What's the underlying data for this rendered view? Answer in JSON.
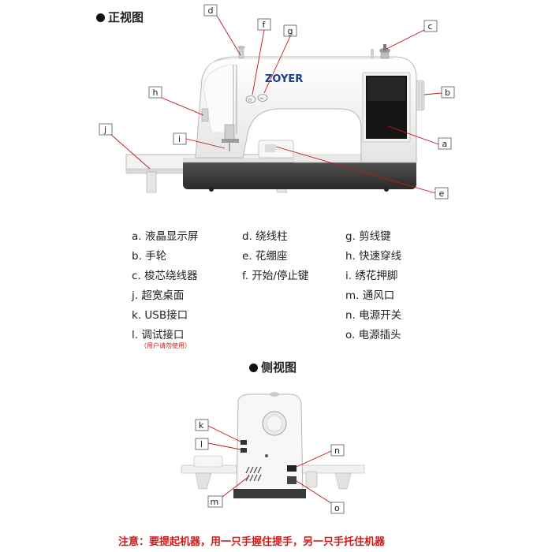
{
  "front_view": {
    "title": "正视图",
    "brand": "ZOYER",
    "button_f": "⏻",
    "button_g": "✂",
    "callouts": [
      "d",
      "f",
      "g",
      "c",
      "h",
      "b",
      "j",
      "i",
      "a",
      "e"
    ]
  },
  "legend": {
    "col1": [
      {
        "key": "a.",
        "text": "液晶显示屏"
      },
      {
        "key": "b.",
        "text": "手轮"
      },
      {
        "key": "c.",
        "text": "梭芯绕线器"
      },
      {
        "key": "j.",
        "text": "超宽桌面"
      },
      {
        "key": "k.",
        "text": "USB接口"
      },
      {
        "key": "l.",
        "text": "调试接口"
      }
    ],
    "col1_note": "（用户请勿使用）",
    "col2": [
      {
        "key": "d.",
        "text": "绕线柱"
      },
      {
        "key": "e.",
        "text": "花绷座"
      },
      {
        "key": "f.",
        "text": "开始/停止键"
      }
    ],
    "col3": [
      {
        "key": "g.",
        "text": "剪线键"
      },
      {
        "key": "h.",
        "text": "快速穿线"
      },
      {
        "key": "i.",
        "text": "绣花押脚"
      },
      {
        "key": "m.",
        "text": "通风口"
      },
      {
        "key": "n.",
        "text": "电源开关"
      },
      {
        "key": "o.",
        "text": "电源插头"
      }
    ]
  },
  "side_view": {
    "title": "侧视图",
    "callouts": [
      "k",
      "l",
      "n",
      "m",
      "o"
    ]
  },
  "bottom_note": "注意：要提起机器，用一只手握住提手，另一只手托住机器",
  "colors": {
    "accent_red": "#d01a1a",
    "callout_line": "#c01818",
    "machine_white": "#f4f4f4",
    "base_dark": "#3a3a3a"
  }
}
